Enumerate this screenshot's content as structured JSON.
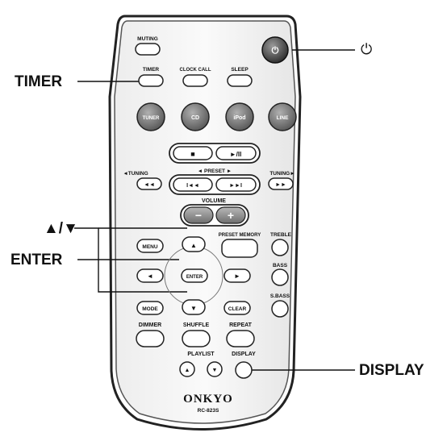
{
  "callouts": {
    "timer": "TIMER",
    "arrows": "▲/▼",
    "enter": "ENTER",
    "display": "DISPLAY",
    "power": "⏻"
  },
  "remote": {
    "brand": "ONKYO",
    "model": "RC-823S",
    "buttons": {
      "muting": "MUTING",
      "power_icon": "⏻",
      "timer": "TIMER",
      "clock_call": "CLOCK CALL",
      "sleep": "SLEEP",
      "tuner": "TUNER",
      "cd": "CD",
      "ipod": "iPod",
      "line": "LINE",
      "stop": "■",
      "play_pause": "►/II",
      "tuning_label": "◄TUNING",
      "preset_label": "◄ PRESET ►",
      "tuning_right_label": "TUNING►",
      "rewind": "◄◄",
      "prev": "I◄◄",
      "next": "►►I",
      "fast_forward": "►►",
      "volume_label": "VOLUME",
      "vol_down": "−",
      "vol_up": "+",
      "menu": "MENU",
      "up": "▲",
      "preset_memory": "PRESET MEMORY",
      "treble": "TREBLE",
      "left": "◄",
      "enter": "ENTER",
      "right": "►",
      "bass": "BASS",
      "mode": "MODE",
      "down": "▼",
      "clear": "CLEAR",
      "sbass": "S.BASS",
      "dimmer": "DIMMER",
      "shuffle": "SHUFFLE",
      "repeat": "REPEAT",
      "playlist": "PLAYLIST",
      "playlist_up": "▲",
      "playlist_down": "▼",
      "display": "DISPLAY"
    }
  }
}
